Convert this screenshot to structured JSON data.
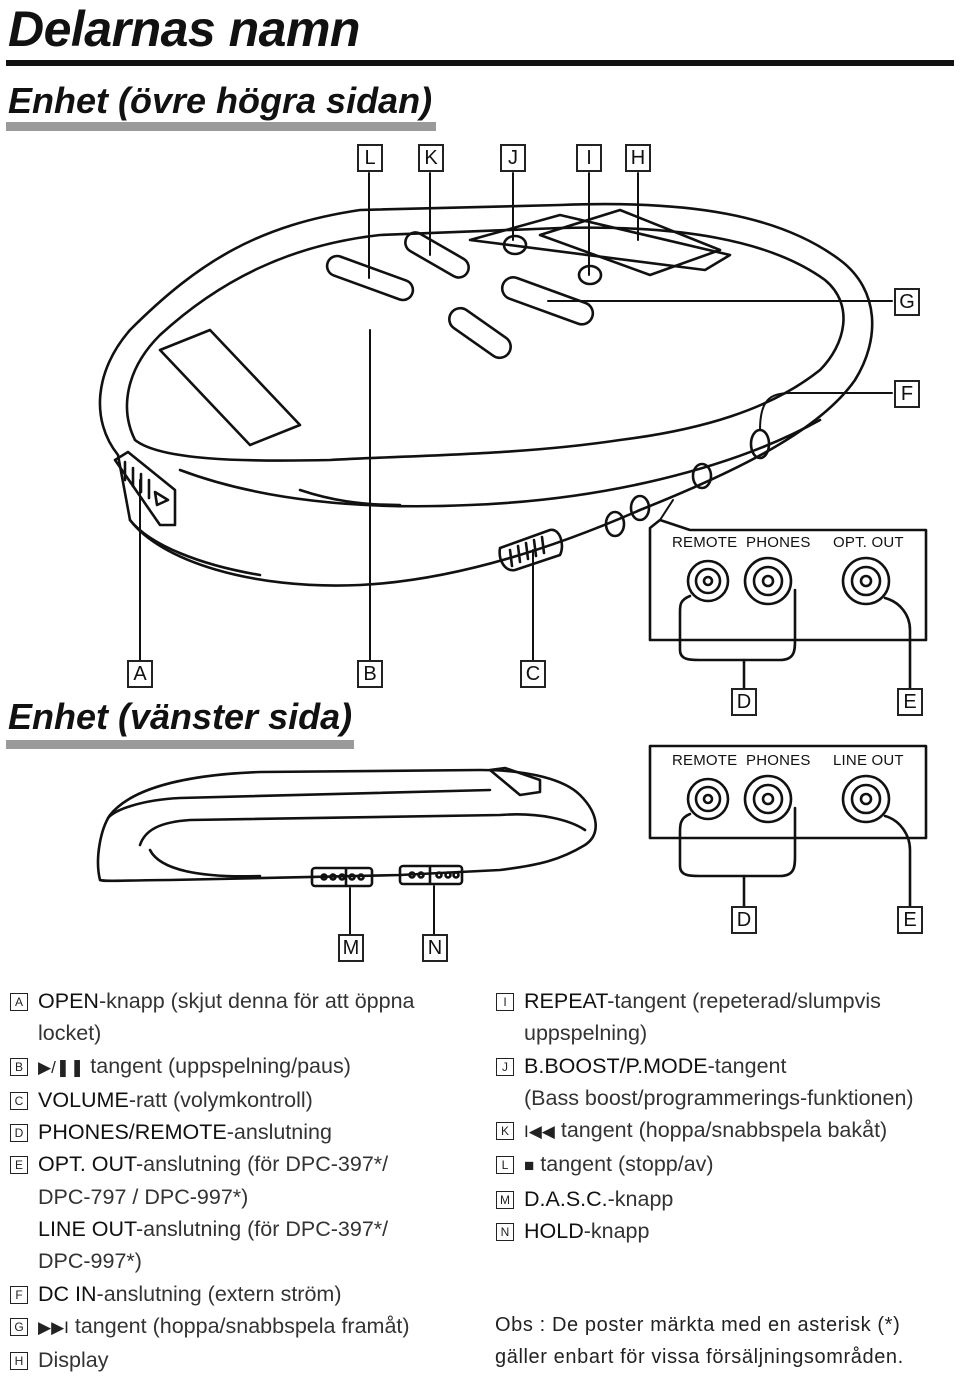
{
  "title": "Delarnas namn",
  "section_top": "Enhet (övre högra sidan)",
  "section_left": "Enhet (vänster sida)",
  "callouts": {
    "L": "L",
    "K": "K",
    "J": "J",
    "I": "I",
    "H": "H",
    "G": "G",
    "F": "F",
    "A": "A",
    "B": "B",
    "C": "C",
    "D": "D",
    "E": "E",
    "M": "M",
    "N": "N"
  },
  "jack_panel_1": {
    "remote": "REMOTE",
    "phones": "PHONES",
    "out": "OPT. OUT"
  },
  "jack_panel_2": {
    "remote": "REMOTE",
    "phones": "PHONES",
    "out": "LINE OUT"
  },
  "legend_left": [
    {
      "key": "A",
      "glyph": "",
      "keyword": "OPEN",
      "desc": "-knapp (skjut denna för att öppna"
    },
    {
      "key": "",
      "glyph": "",
      "keyword": "",
      "desc": "locket)"
    },
    {
      "key": "B",
      "glyph": "▶/❚❚",
      "keyword": "",
      "desc": "tangent (uppspelning/paus)"
    },
    {
      "key": "C",
      "glyph": "",
      "keyword": "VOLUME",
      "desc": "-ratt (volymkontroll)"
    },
    {
      "key": "D",
      "glyph": "",
      "keyword": "PHONES/REMOTE",
      "desc": "-anslutning"
    },
    {
      "key": "E",
      "glyph": "",
      "keyword": "OPT. OUT",
      "desc": "-anslutning (för DPC-397*/"
    },
    {
      "key": "",
      "glyph": "",
      "keyword": "",
      "desc": "DPC-797 / DPC-997*)"
    },
    {
      "key": "",
      "glyph": "",
      "keyword": "LINE OUT",
      "desc": "-anslutning (för DPC-397*/"
    },
    {
      "key": "",
      "glyph": "",
      "keyword": "",
      "desc": "DPC-997*)"
    },
    {
      "key": "F",
      "glyph": "",
      "keyword": "DC IN",
      "desc": "-anslutning (extern ström)"
    },
    {
      "key": "G",
      "glyph": "▶▶I",
      "keyword": "",
      "desc": "tangent (hoppa/snabbspela framåt)"
    },
    {
      "key": "H",
      "glyph": "",
      "keyword": "",
      "desc": "Display"
    }
  ],
  "legend_right": [
    {
      "key": "I",
      "glyph": "",
      "keyword": "REPEAT",
      "desc": "-tangent (repeterad/slumpvis"
    },
    {
      "key": "",
      "glyph": "",
      "keyword": "",
      "desc": "uppspelning)"
    },
    {
      "key": "J",
      "glyph": "",
      "keyword": "B.BOOST/P.MODE",
      "desc": "-tangent"
    },
    {
      "key": "",
      "glyph": "",
      "keyword": "",
      "desc": "(Bass boost/programmerings-funktionen)"
    },
    {
      "key": "K",
      "glyph": "I◀◀",
      "keyword": "",
      "desc": "tangent (hoppa/snabbspela bakåt)"
    },
    {
      "key": "L",
      "glyph": "■",
      "keyword": "",
      "desc": "tangent (stopp/av)"
    },
    {
      "key": "M",
      "glyph": "",
      "keyword": "D.A.S.C.",
      "desc": "-knapp"
    },
    {
      "key": "N",
      "glyph": "",
      "keyword": "HOLD",
      "desc": "-knapp"
    }
  ],
  "note": {
    "line1": "Obs : De poster märkta med en asterisk (*)",
    "line2": "gäller enbart för vissa försäljningsområden."
  }
}
